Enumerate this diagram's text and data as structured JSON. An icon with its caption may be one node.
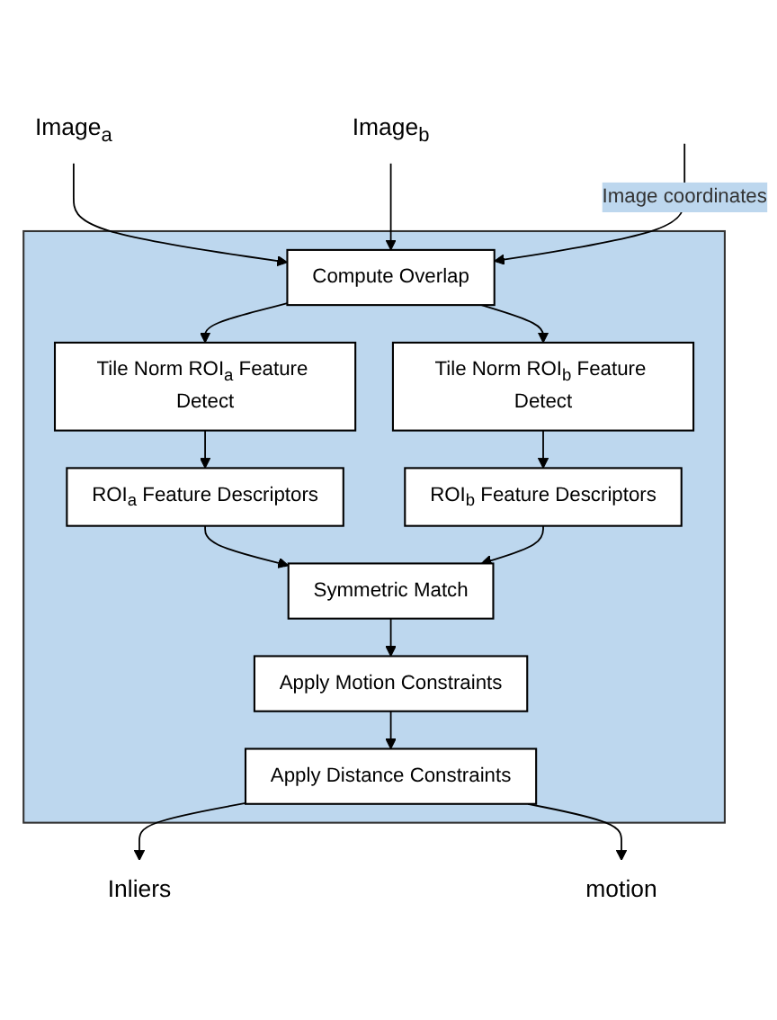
{
  "diagram": {
    "nodes": [
      {
        "text": [],
        "shape": "box"
      },
      {
        "text": [
          "Image$_{a}$"
        ]
      },
      {
        "text": [
          "Image$_{b}$"
        ]
      },
      {
        "text": [
          "Compute Overlap"
        ],
        "in": 0
      },
      {
        "text": [
          "Tile Norm ROI$_{a}$ Feature Detect"
        ],
        "in": 0
      },
      {
        "text": [
          "Tile Norm ROI$_{b}$ Feature Detect"
        ],
        "in": 0
      },
      {
        "text": [
          "ROI$_{a}$ Feature Descriptors"
        ],
        "in": 0
      },
      {
        "text": [
          "ROI$_{b}$ Feature Descriptors"
        ],
        "in": 0
      },
      {
        "text": [
          "Symmetric Match"
        ],
        "in": 0
      },
      {
        "text": [
          "Apply Motion Constraints"
        ],
        "in": 0
      },
      {
        "text": [
          "Apply Distance Constraints"
        ],
        "in": 0
      },
      {
        "text": [
          "Inliers"
        ]
      },
      {
        "text": [
          "motion"
        ]
      }
    ],
    "edges": [
      {
        "from": 1,
        "to": 3,
        "arrow": "to"
      },
      {
        "from": 2,
        "to": 3,
        "arrow": "to"
      },
      {
        "from": null,
        "to": 3,
        "arrow": "to",
        "label": "Image coordinates"
      },
      {
        "from": 3,
        "to": 4,
        "arrow": "to"
      },
      {
        "from": 3,
        "to": 5,
        "arrow": "to"
      },
      {
        "from": 4,
        "to": 6,
        "arrow": "to"
      },
      {
        "from": 5,
        "to": 7,
        "arrow": "to"
      },
      {
        "from": 6,
        "to": 8,
        "arrow": "to"
      },
      {
        "from": 7,
        "to": 8,
        "arrow": "to"
      },
      {
        "from": 8,
        "to": 9,
        "arrow": "to"
      },
      {
        "from": 9,
        "to": 10,
        "arrow": "to"
      },
      {
        "from": 10,
        "to": 11,
        "arrow": "to"
      },
      {
        "from": 10,
        "to": 12,
        "arrow": "to"
      }
    ]
  }
}
